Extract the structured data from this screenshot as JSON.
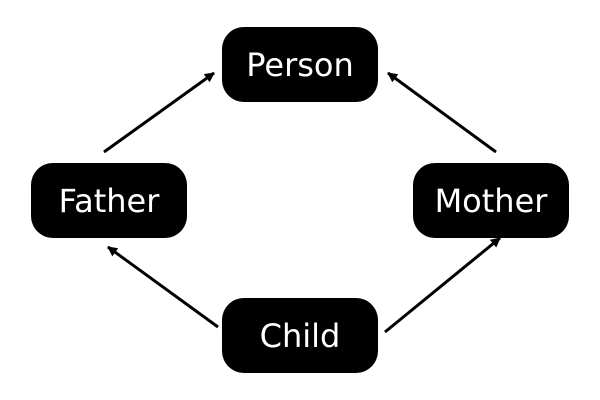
{
  "diagram": {
    "nodes": {
      "person": "Person",
      "father": "Father",
      "mother": "Mother",
      "child": "Child"
    },
    "edges": [
      {
        "from": "father",
        "to": "person"
      },
      {
        "from": "mother",
        "to": "person"
      },
      {
        "from": "child",
        "to": "father"
      },
      {
        "from": "child",
        "to": "mother"
      }
    ],
    "colors": {
      "node_fill": "#000000",
      "node_text": "#ffffff",
      "edge": "#000000",
      "background": "#ffffff"
    }
  }
}
